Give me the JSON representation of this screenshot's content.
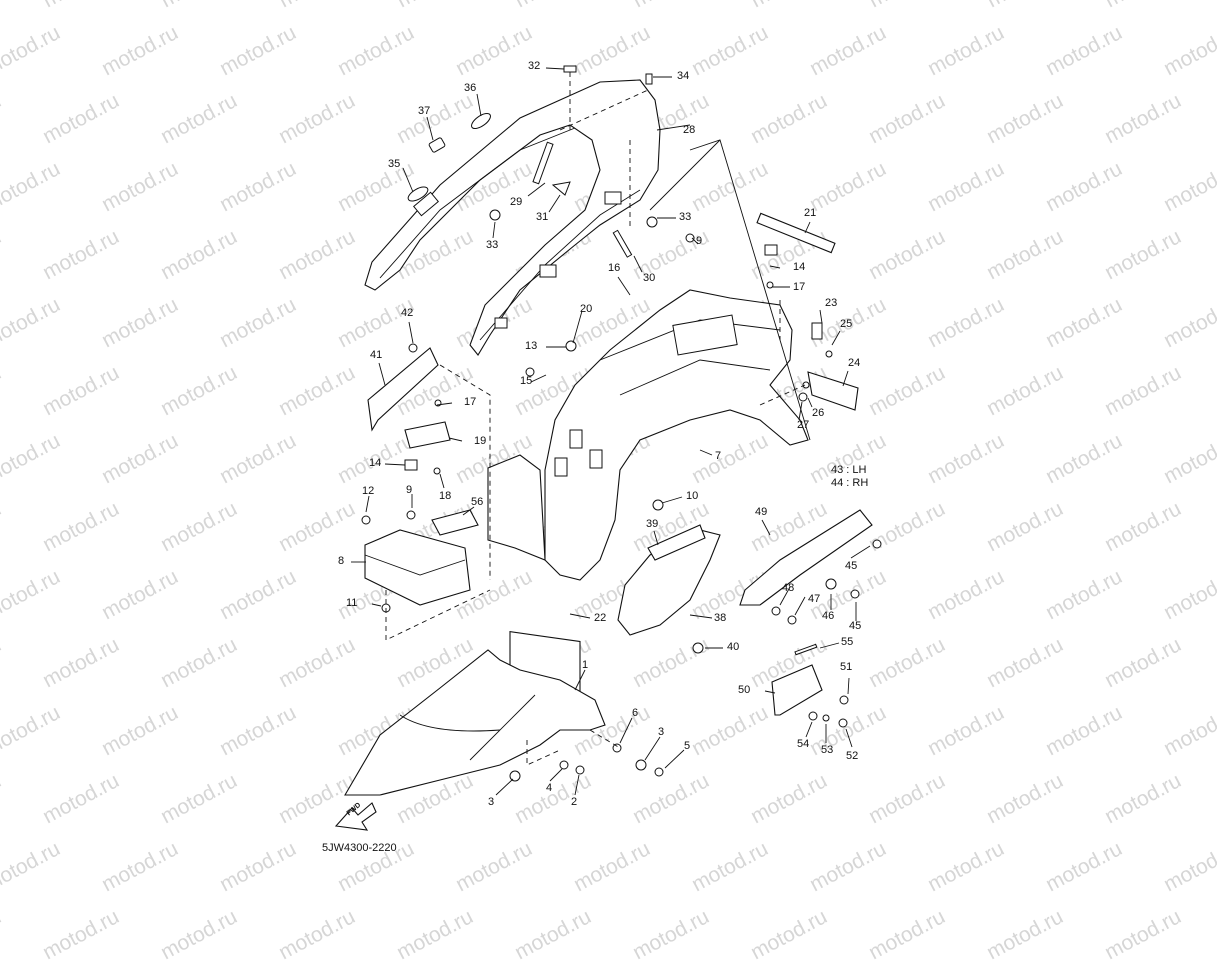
{
  "diagram": {
    "title": "Fender parts diagram",
    "drawing_code": "5JW4300-2220",
    "watermark": "motod.ru",
    "direction_marker": "FWD",
    "side_note": {
      "lh": "43 : LH",
      "rh": "44 : RH"
    },
    "callouts": [
      {
        "id": "32",
        "text": "32"
      },
      {
        "id": "34",
        "text": "34"
      },
      {
        "id": "36",
        "text": "36"
      },
      {
        "id": "37",
        "text": "37"
      },
      {
        "id": "28",
        "text": "28"
      },
      {
        "id": "35",
        "text": "35"
      },
      {
        "id": "29",
        "text": "29"
      },
      {
        "id": "31",
        "text": "31"
      },
      {
        "id": "33a",
        "text": "33"
      },
      {
        "id": "33b",
        "text": "33"
      },
      {
        "id": "21",
        "text": "21"
      },
      {
        "id": "9a",
        "text": "9"
      },
      {
        "id": "30",
        "text": "30"
      },
      {
        "id": "14a",
        "text": "14"
      },
      {
        "id": "16",
        "text": "16"
      },
      {
        "id": "17a",
        "text": "17"
      },
      {
        "id": "23",
        "text": "23"
      },
      {
        "id": "25",
        "text": "25"
      },
      {
        "id": "20",
        "text": "20"
      },
      {
        "id": "42",
        "text": "42"
      },
      {
        "id": "13",
        "text": "13"
      },
      {
        "id": "24",
        "text": "24"
      },
      {
        "id": "41",
        "text": "41"
      },
      {
        "id": "15",
        "text": "15"
      },
      {
        "id": "26",
        "text": "26"
      },
      {
        "id": "17b",
        "text": "17"
      },
      {
        "id": "27",
        "text": "27"
      },
      {
        "id": "19",
        "text": "19"
      },
      {
        "id": "7",
        "text": "7"
      },
      {
        "id": "14b",
        "text": "14"
      },
      {
        "id": "18",
        "text": "18"
      },
      {
        "id": "10",
        "text": "10"
      },
      {
        "id": "12",
        "text": "12"
      },
      {
        "id": "9b",
        "text": "9"
      },
      {
        "id": "56",
        "text": "56"
      },
      {
        "id": "49",
        "text": "49"
      },
      {
        "id": "39",
        "text": "39"
      },
      {
        "id": "45a",
        "text": "45"
      },
      {
        "id": "8",
        "text": "8"
      },
      {
        "id": "48",
        "text": "48"
      },
      {
        "id": "47",
        "text": "47"
      },
      {
        "id": "46",
        "text": "46"
      },
      {
        "id": "45b",
        "text": "45"
      },
      {
        "id": "11",
        "text": "11"
      },
      {
        "id": "22",
        "text": "22"
      },
      {
        "id": "38",
        "text": "38"
      },
      {
        "id": "40",
        "text": "40"
      },
      {
        "id": "55",
        "text": "55"
      },
      {
        "id": "1",
        "text": "1"
      },
      {
        "id": "51",
        "text": "51"
      },
      {
        "id": "50",
        "text": "50"
      },
      {
        "id": "6",
        "text": "6"
      },
      {
        "id": "3a",
        "text": "3"
      },
      {
        "id": "5",
        "text": "5"
      },
      {
        "id": "54",
        "text": "54"
      },
      {
        "id": "53",
        "text": "53"
      },
      {
        "id": "52",
        "text": "52"
      },
      {
        "id": "3b",
        "text": "3"
      },
      {
        "id": "4",
        "text": "4"
      },
      {
        "id": "2",
        "text": "2"
      }
    ]
  }
}
